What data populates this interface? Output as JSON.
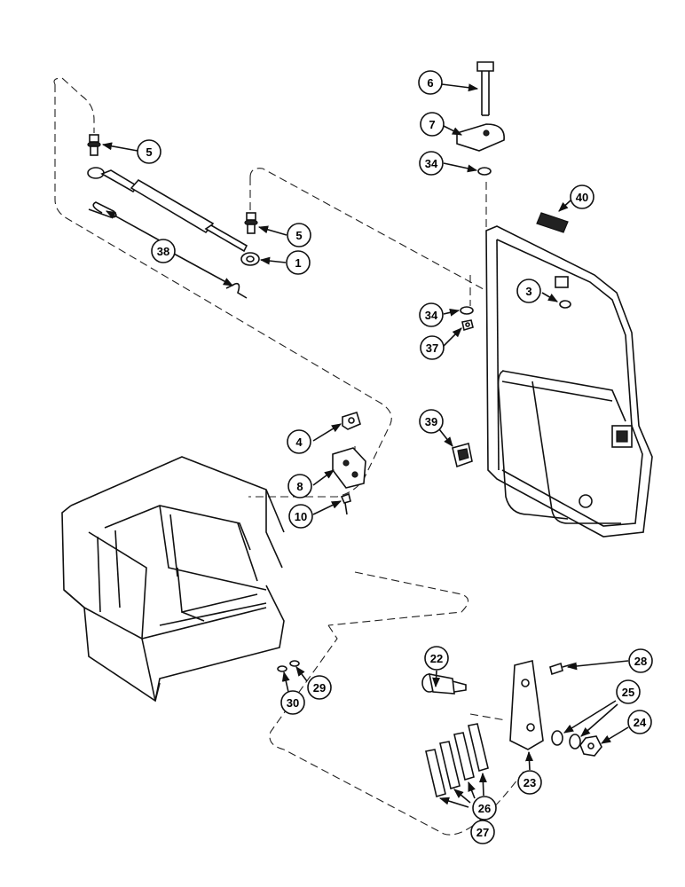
{
  "callouts": [
    {
      "label": "1"
    },
    {
      "label": "3"
    },
    {
      "label": "4"
    },
    {
      "label": "5"
    },
    {
      "label": "5"
    },
    {
      "label": "6"
    },
    {
      "label": "7"
    },
    {
      "label": "8"
    },
    {
      "label": "10"
    },
    {
      "label": "22"
    },
    {
      "label": "23"
    },
    {
      "label": "24"
    },
    {
      "label": "25"
    },
    {
      "label": "26"
    },
    {
      "label": "27"
    },
    {
      "label": "28"
    },
    {
      "label": "29"
    },
    {
      "label": "30"
    },
    {
      "label": "34"
    },
    {
      "label": "34"
    },
    {
      "label": "37"
    },
    {
      "label": "38"
    },
    {
      "label": "39"
    },
    {
      "label": "40"
    }
  ]
}
